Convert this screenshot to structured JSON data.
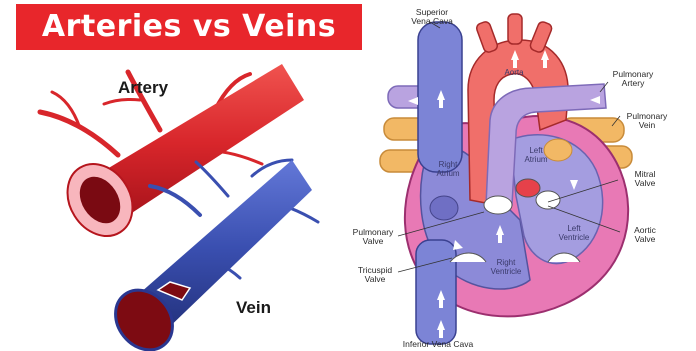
{
  "title": "Arteries vs Veins",
  "vessels": {
    "artery_label": "Artery",
    "vein_label": "Vein"
  },
  "heart": {
    "superior_vena_cava": [
      "Superior",
      "Vena Cava"
    ],
    "aorta": "Aorta",
    "pulmonary_artery": [
      "Pulmonary",
      "Artery"
    ],
    "pulmonary_vein": [
      "Pulmonary",
      "Vein"
    ],
    "left_atrium": [
      "Left",
      "Atrium"
    ],
    "right_atrium": [
      "Right",
      "Atrium"
    ],
    "mitral_valve": [
      "Mitral",
      "Valve"
    ],
    "aortic_valve": [
      "Aortic",
      "Valve"
    ],
    "left_ventricle": [
      "Left",
      "Ventricle"
    ],
    "right_ventricle": [
      "Right",
      "Ventricle"
    ],
    "pulmonary_valve": [
      "Pulmonary",
      "Valve"
    ],
    "tricuspid_valve": [
      "Tricuspid",
      "Valve"
    ],
    "inferior_vena_cava": "Inferior Vena Cava"
  },
  "colors": {
    "banner": "#e8262b",
    "artery": "#d8262b",
    "vein": "#3a4fb0",
    "oxygenated": "#f06f6a",
    "deoxygenated": "#7d7fd0",
    "pulmonary_vein": "#f2b865"
  }
}
